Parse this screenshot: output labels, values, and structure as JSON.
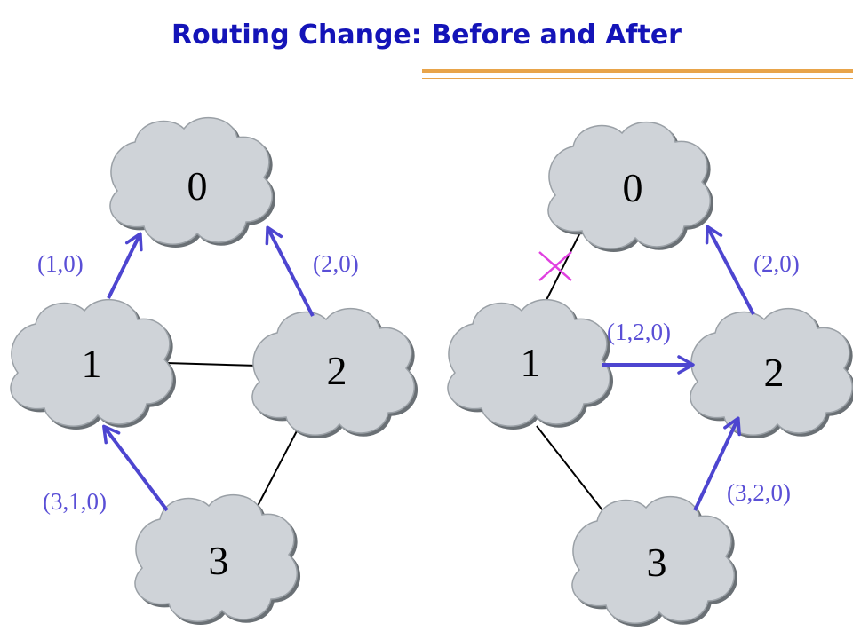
{
  "title": "Routing Change: Before and After",
  "colors": {
    "title": "#1414b8",
    "accent_rule": "#e8a44a",
    "arrow": "#4d45d0",
    "path_label": "#5a4fd6",
    "cloud_fill": "#cfd3d8",
    "failed_link_mark": "#e040e0"
  },
  "before": {
    "nodes": [
      "0",
      "1",
      "2",
      "3"
    ],
    "path_labels": [
      "(1,0)",
      "(2,0)",
      "(3,1,0)"
    ]
  },
  "after": {
    "nodes": [
      "0",
      "1",
      "2",
      "3"
    ],
    "path_labels": [
      "(2,0)",
      "(1,2,0)",
      "(3,2,0)"
    ],
    "failed_link_icon": "x-icon"
  }
}
